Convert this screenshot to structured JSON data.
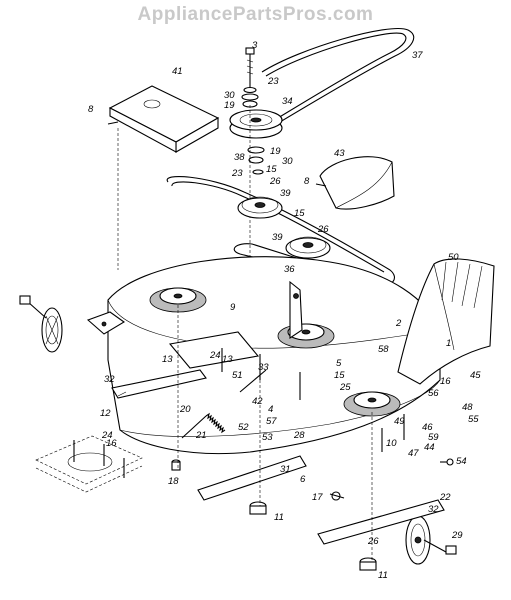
{
  "watermark": "AppliancePartsPros.com",
  "labels": [
    {
      "id": "3",
      "text": "3"
    },
    {
      "id": "37",
      "text": "37"
    },
    {
      "id": "41",
      "text": "41"
    },
    {
      "id": "8a",
      "text": "8"
    },
    {
      "id": "23a",
      "text": "23"
    },
    {
      "id": "30a",
      "text": "30"
    },
    {
      "id": "19a",
      "text": "19"
    },
    {
      "id": "34",
      "text": "34"
    },
    {
      "id": "38",
      "text": "38"
    },
    {
      "id": "19b",
      "text": "19"
    },
    {
      "id": "30b",
      "text": "30"
    },
    {
      "id": "43",
      "text": "43"
    },
    {
      "id": "8b",
      "text": "8"
    },
    {
      "id": "23b",
      "text": "23"
    },
    {
      "id": "15a",
      "text": "15"
    },
    {
      "id": "26a",
      "text": "26"
    },
    {
      "id": "39a",
      "text": "39"
    },
    {
      "id": "15b",
      "text": "15"
    },
    {
      "id": "26b",
      "text": "26"
    },
    {
      "id": "39b",
      "text": "39"
    },
    {
      "id": "36",
      "text": "36"
    },
    {
      "id": "50",
      "text": "50"
    },
    {
      "id": "9",
      "text": "9"
    },
    {
      "id": "2",
      "text": "2"
    },
    {
      "id": "58",
      "text": "58"
    },
    {
      "id": "24a",
      "text": "24"
    },
    {
      "id": "13a",
      "text": "13"
    },
    {
      "id": "13b",
      "text": "13"
    },
    {
      "id": "51",
      "text": "51"
    },
    {
      "id": "33",
      "text": "33"
    },
    {
      "id": "5",
      "text": "5"
    },
    {
      "id": "15c",
      "text": "15"
    },
    {
      "id": "25",
      "text": "25"
    },
    {
      "id": "1",
      "text": "1"
    },
    {
      "id": "45",
      "text": "45"
    },
    {
      "id": "32a",
      "text": "32"
    },
    {
      "id": "20",
      "text": "20"
    },
    {
      "id": "16a",
      "text": "16"
    },
    {
      "id": "56",
      "text": "56"
    },
    {
      "id": "48",
      "text": "48"
    },
    {
      "id": "42",
      "text": "42"
    },
    {
      "id": "4",
      "text": "4"
    },
    {
      "id": "57",
      "text": "57"
    },
    {
      "id": "55",
      "text": "55"
    },
    {
      "id": "49",
      "text": "49"
    },
    {
      "id": "46",
      "text": "46"
    },
    {
      "id": "52",
      "text": "52"
    },
    {
      "id": "53",
      "text": "53"
    },
    {
      "id": "21",
      "text": "21"
    },
    {
      "id": "28",
      "text": "28"
    },
    {
      "id": "59",
      "text": "59"
    },
    {
      "id": "10",
      "text": "10"
    },
    {
      "id": "47",
      "text": "47"
    },
    {
      "id": "44",
      "text": "44"
    },
    {
      "id": "12",
      "text": "12"
    },
    {
      "id": "24b",
      "text": "24"
    },
    {
      "id": "16b",
      "text": "16"
    },
    {
      "id": "54",
      "text": "54"
    },
    {
      "id": "31",
      "text": "31"
    },
    {
      "id": "6",
      "text": "6"
    },
    {
      "id": "18",
      "text": "18"
    },
    {
      "id": "17",
      "text": "17"
    },
    {
      "id": "22",
      "text": "22"
    },
    {
      "id": "11a",
      "text": "11"
    },
    {
      "id": "32b",
      "text": "32"
    },
    {
      "id": "29",
      "text": "29"
    },
    {
      "id": "26c",
      "text": "26"
    },
    {
      "id": "11b",
      "text": "11"
    }
  ]
}
